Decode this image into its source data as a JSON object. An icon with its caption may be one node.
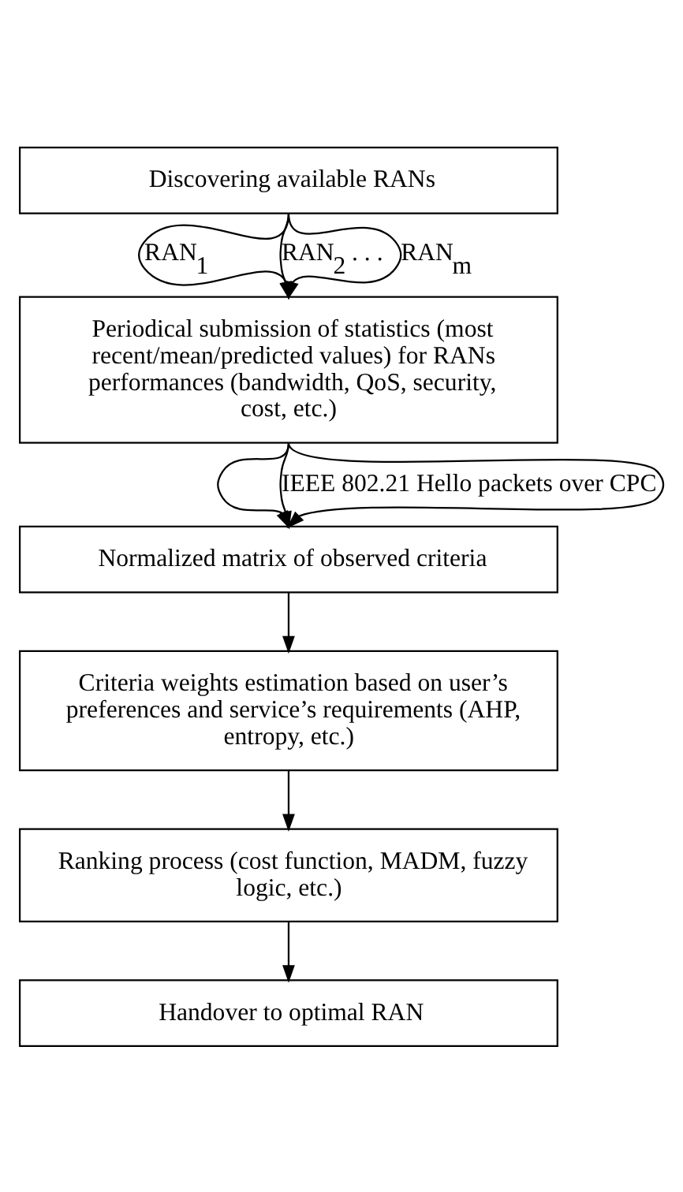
{
  "diagram": {
    "nodes": [
      {
        "text": [
          "Discovering available RANs"
        ]
      },
      {
        "text": [
          "Periodical submission of statistics (most recent/mean/predicted values) for RANs performances (bandwidth, QoS, security, cost, etc.)"
        ]
      },
      {
        "text": [
          "Normalized matrix of observed criteria"
        ]
      },
      {
        "text": [
          "Criteria weights estimation based on user’s preferences and service’s requirements (AHP, entropy, etc.)"
        ]
      },
      {
        "text": [
          "Ranking process (cost function, MADM, fuzzy logic, etc.)"
        ]
      },
      {
        "text": [
          "Handover to optimal RAN"
        ]
      }
    ],
    "edges": [
      {
        "from": 0,
        "to": 1,
        "arrow": "to",
        "label": "RAN$_{1}$"
      },
      {
        "from": 0,
        "to": 1,
        "arrow": "to",
        "label": "RAN$_{2}$ . . ."
      },
      {
        "from": 0,
        "to": 1,
        "arrow": "to",
        "label": "RAN$_{m}$"
      },
      {
        "from": 1,
        "to": 2,
        "arrow": "to"
      },
      {
        "from": 1,
        "to": 2,
        "arrow": "to",
        "label": "IEEE 802.21 Hello packets over CPC"
      },
      {
        "from": 1,
        "to": 2,
        "arrow": "to"
      },
      {
        "from": 2,
        "to": 3,
        "arrow": "to"
      },
      {
        "from": 3,
        "to": 4,
        "arrow": "to"
      },
      {
        "from": 4,
        "to": 5,
        "arrow": "to"
      }
    ]
  }
}
